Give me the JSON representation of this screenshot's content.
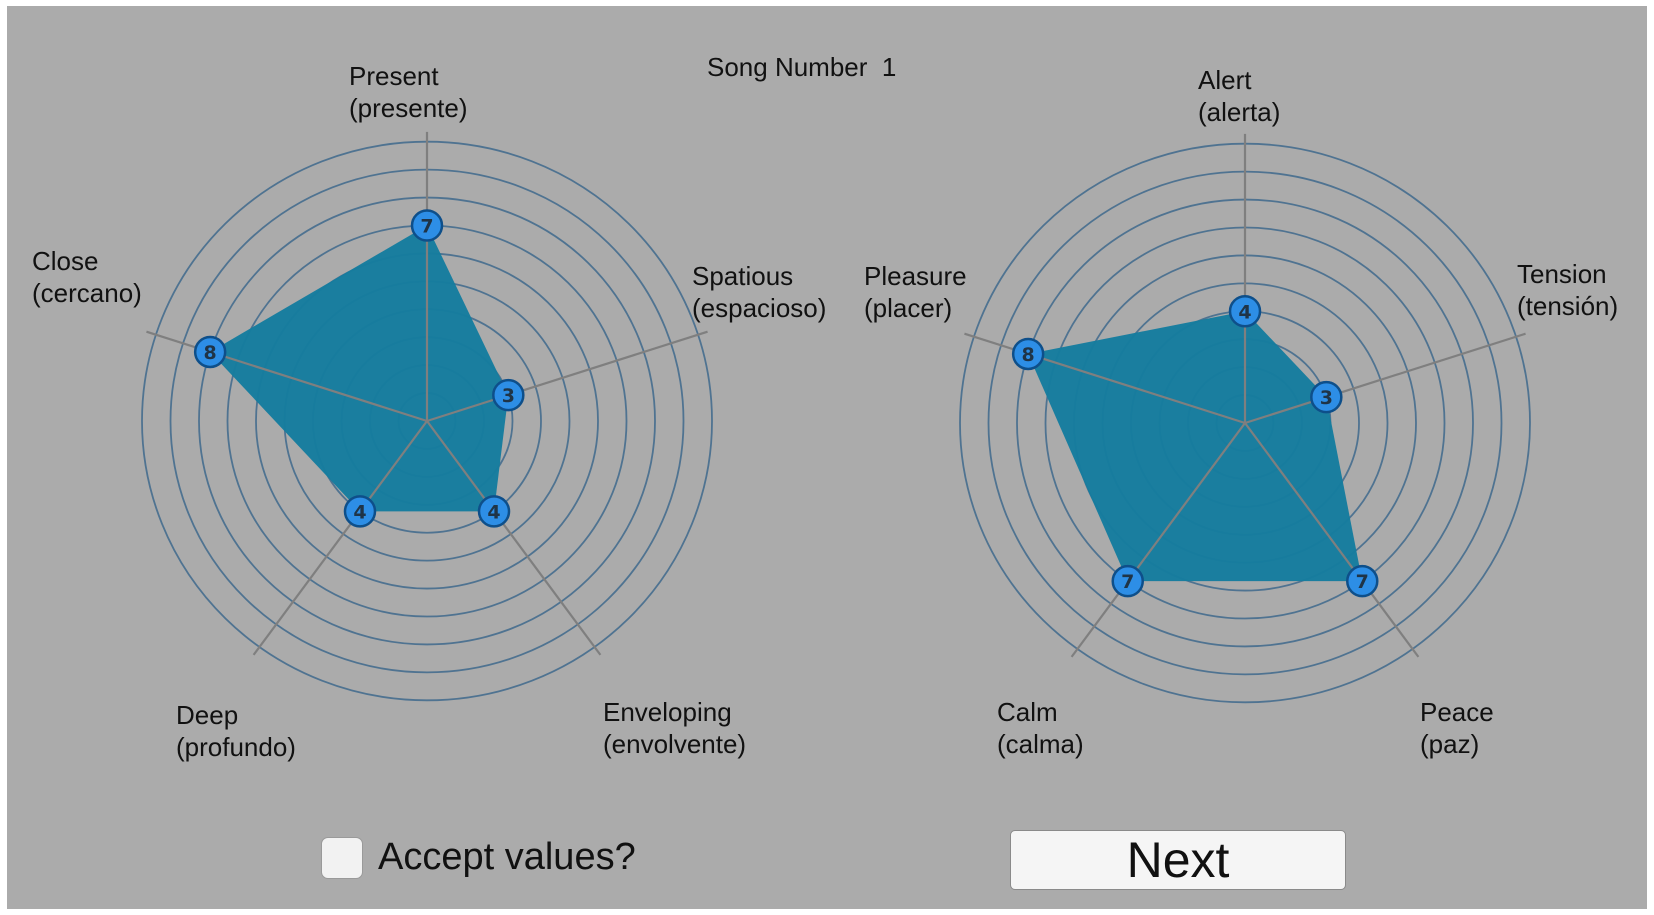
{
  "header": {
    "song_title": "Song Number  1"
  },
  "style": {
    "background": "#ababab",
    "ring_color": "#4f7391",
    "spoke_color": "#7f7f7f",
    "fill_color": "#167c9e",
    "marker_color": "#2d8ee6",
    "marker_text_color": "#1f3447"
  },
  "chart_data": [
    {
      "type": "radar",
      "scale": [
        0,
        10
      ],
      "rings": 10,
      "axes": [
        {
          "label": "Present",
          "sublabel": "(presente)",
          "value": 7
        },
        {
          "label": "Spatious",
          "sublabel": "(espacioso)",
          "value": 3
        },
        {
          "label": "Enveloping",
          "sublabel": "(envolvente)",
          "value": 4
        },
        {
          "label": "Deep",
          "sublabel": "(profundo)",
          "value": 4
        },
        {
          "label": "Close",
          "sublabel": "(cercano)",
          "value": 8
        }
      ]
    },
    {
      "type": "radar",
      "scale": [
        0,
        10
      ],
      "rings": 10,
      "axes": [
        {
          "label": "Alert",
          "sublabel": "(alerta)",
          "value": 4
        },
        {
          "label": "Tension",
          "sublabel": "(tensión)",
          "value": 3
        },
        {
          "label": "Peace",
          "sublabel": "(paz)",
          "value": 7
        },
        {
          "label": "Calm",
          "sublabel": "(calma)",
          "value": 7
        },
        {
          "label": "Pleasure",
          "sublabel": "(placer)",
          "value": 8
        }
      ]
    }
  ],
  "controls": {
    "accept_label": "Accept values?",
    "accept_checked": false,
    "next_label": "Next"
  }
}
